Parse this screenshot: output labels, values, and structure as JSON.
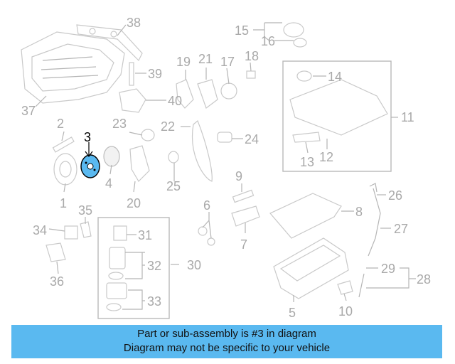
{
  "diagram": {
    "highlighted_part": "3",
    "highlight_color": "#5ab9f0",
    "callouts": [
      "1",
      "2",
      "3",
      "4",
      "5",
      "6",
      "7",
      "8",
      "9",
      "10",
      "11",
      "12",
      "13",
      "14",
      "15",
      "16",
      "17",
      "18",
      "19",
      "20",
      "21",
      "22",
      "23",
      "24",
      "25",
      "26",
      "27",
      "28",
      "29",
      "30",
      "31",
      "32",
      "33",
      "34",
      "35",
      "36",
      "37",
      "38",
      "39",
      "40"
    ]
  },
  "banner": {
    "line1": "Part or sub-assembly is #3 in diagram",
    "line2": "Diagram may not be specific to your vehicle",
    "background": "#5ab9f0"
  }
}
